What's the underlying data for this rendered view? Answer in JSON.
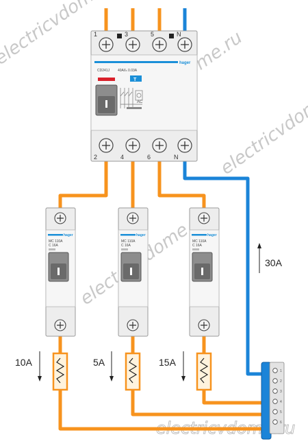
{
  "rcd": {
    "model": "CD241J",
    "rating": "40A/Iₙ 0.03A",
    "brand": "hager",
    "test_label": "T",
    "type_label": "AC",
    "top_terminals": [
      "1",
      "3",
      "5",
      "N"
    ],
    "bottom_terminals": [
      "2",
      "4",
      "6",
      "N"
    ]
  },
  "breakers": [
    {
      "brand": "hager",
      "model": "MC 110A",
      "rating": "C 16A"
    },
    {
      "brand": "hager",
      "model": "MC 110A",
      "rating": "C 16A"
    },
    {
      "brand": "hager",
      "model": "MC 110A",
      "rating": "C 16A"
    }
  ],
  "currents": {
    "load1": "10A",
    "load2": "5A",
    "load3": "15A",
    "neutral_return": "30A"
  },
  "neutral_bus": {
    "terminals": [
      "1",
      "2",
      "3",
      "4",
      "5",
      "6"
    ]
  },
  "watermark": "electricvdome.ru",
  "colors": {
    "phase_wire": "#f7931e",
    "neutral_wire": "#1b84d8",
    "device_body": "#eeeeee",
    "accent_red": "#d9202a",
    "accent_blue": "#1a8fd8",
    "load_fill": "#fff3dd"
  }
}
